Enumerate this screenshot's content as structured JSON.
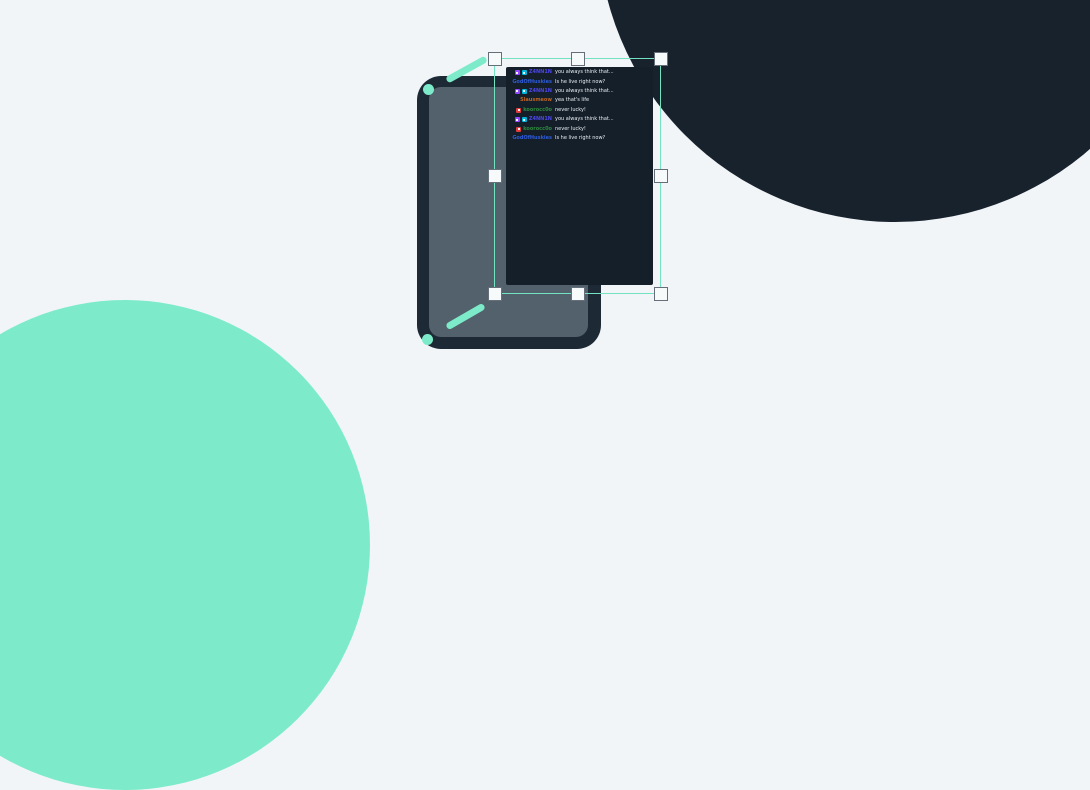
{
  "colors": {
    "background": "#F1F5F8",
    "accent_mint": "#7DEBC9",
    "dark_navy_circle": "#18222D",
    "device_frame": "#1D2A35",
    "screen_gray": "#52616B",
    "chat_panel": "#141F2A",
    "selection_line": "#72E2C0",
    "handle_fill": "#F7FAFB",
    "message_text": "#E9EDF1"
  },
  "icons": {
    "purple_badge": "#9146FF",
    "cyan_badge": "#00B5DE",
    "red_badge": "#E03A3A",
    "camera_dot": "#7DEBC9"
  },
  "chat": {
    "messages": [
      {
        "username": "Z4NN1N",
        "username_color": "#4C46E8",
        "badges": [
          "purple",
          "cyan"
        ],
        "text": "you always think that..."
      },
      {
        "username": "GodOfHuskies",
        "username_color": "#2E5BDB",
        "badges": [],
        "text": "Is he live right now?"
      },
      {
        "username": "Z4NN1N",
        "username_color": "#4C46E8",
        "badges": [
          "purple",
          "cyan"
        ],
        "text": "you always think that..."
      },
      {
        "username": "Slausmeow",
        "username_color": "#C06421",
        "badges": [],
        "text": "yea that's life"
      },
      {
        "username": "koorocc0o",
        "username_color": "#2D8A3E",
        "badges": [
          "red"
        ],
        "text": "never lucky!"
      },
      {
        "username": "Z4NN1N",
        "username_color": "#4C46E8",
        "badges": [
          "purple",
          "cyan"
        ],
        "text": "you always think that..."
      },
      {
        "username": "koorocc0o",
        "username_color": "#2D8A3E",
        "badges": [
          "red"
        ],
        "text": "never lucky!"
      },
      {
        "username": "GodOfHuskies",
        "username_color": "#2E5BDB",
        "badges": [],
        "text": "Is he live right now?"
      }
    ]
  }
}
